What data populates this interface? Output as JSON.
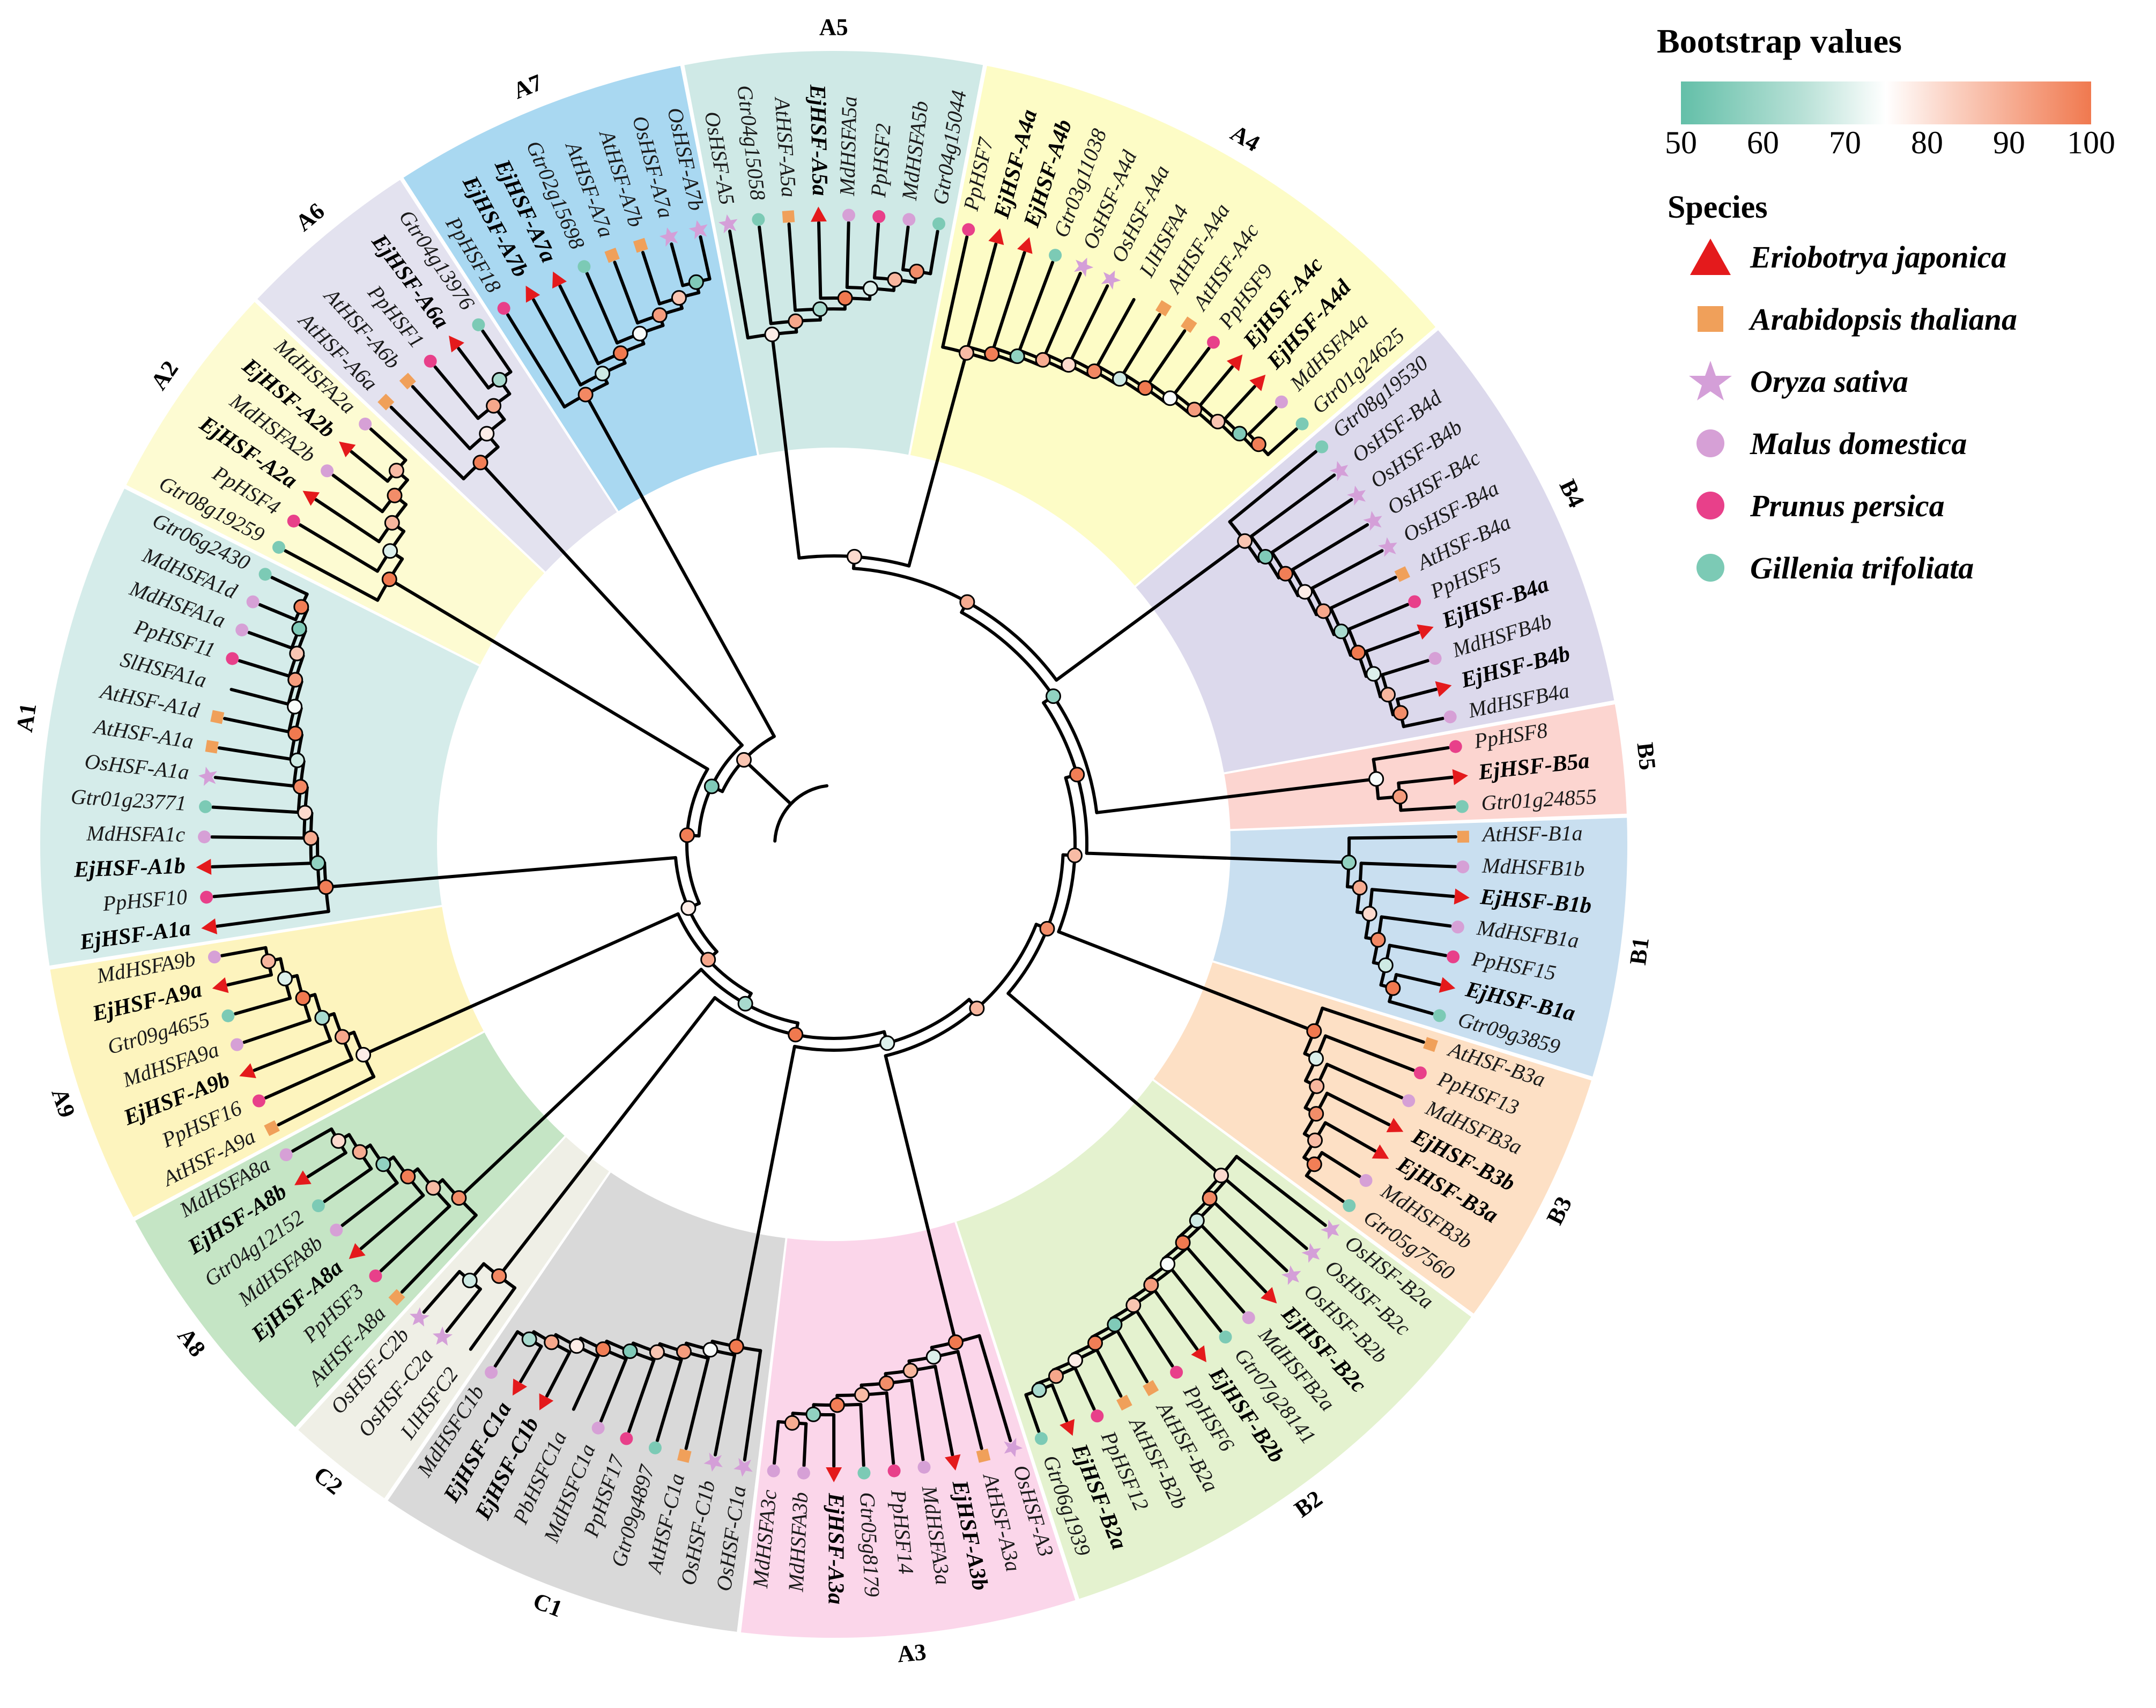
{
  "legend": {
    "bootstrap_title": "Bootstrap values",
    "scale_ticks": [
      "50",
      "60",
      "70",
      "80",
      "90",
      "100"
    ],
    "species_title": "Species",
    "species": [
      {
        "name": "Eriobotrya japonica",
        "icon": "triangle-icon",
        "color": "#e41a1c"
      },
      {
        "name": "Arabidopsis thaliana",
        "icon": "square-icon",
        "color": "#f0a05a"
      },
      {
        "name": "Oryza sativa",
        "icon": "star-icon",
        "color": "#d49fd8"
      },
      {
        "name": "Malus domestica",
        "icon": "circle-icon",
        "color": "#d6a0d6"
      },
      {
        "name": "Prunus persica",
        "icon": "circle-icon",
        "color": "#e8408a"
      },
      {
        "name": "Gillenia trifoliata",
        "icon": "circle-icon",
        "color": "#7ccab5"
      }
    ]
  },
  "colors": {
    "A5": "#cfe9e6",
    "A4": "#fdfcc6",
    "B4": "#dcd9ec",
    "B5": "#fcd5d0",
    "B1": "#c9dff0",
    "B3": "#fde0c5",
    "B2": "#e4f2cf",
    "A3": "#fbd6ea",
    "C1": "#d9d9d9",
    "C2": "#efefe6",
    "A8": "#c5e5c5",
    "A9": "#fdf4be",
    "A1": "#d5ecea",
    "A2": "#fdfbd2",
    "A6": "#e3e2ef",
    "A7": "#a9d8f1"
  },
  "clades": [
    {
      "name": "A5",
      "leaves": [
        {
          "label": "OsHSF-A5",
          "sp": "os"
        },
        {
          "label": "Gtr04g15058",
          "sp": "gt"
        },
        {
          "label": "AtHSF-A5a",
          "sp": "at"
        },
        {
          "label": "EjHSF-A5a",
          "sp": "ej",
          "bold": true
        },
        {
          "label": "MdHSFA5a",
          "sp": "md"
        },
        {
          "label": "PpHSF2",
          "sp": "pp"
        },
        {
          "label": "MdHSFA5b",
          "sp": "md"
        },
        {
          "label": "Gtr04g15044",
          "sp": "gt"
        }
      ]
    },
    {
      "name": "A4",
      "leaves": [
        {
          "label": "PpHSF7",
          "sp": "pp"
        },
        {
          "label": "EjHSF-A4a",
          "sp": "ej",
          "bold": true
        },
        {
          "label": "EjHSF-A4b",
          "sp": "ej",
          "bold": true
        },
        {
          "label": "Gtr03g11038",
          "sp": "gt"
        },
        {
          "label": "OsHSF-A4d",
          "sp": "os"
        },
        {
          "label": "OsHSF-A4a",
          "sp": "os"
        },
        {
          "label": "LlHSFA4",
          "sp": "none"
        },
        {
          "label": "AtHSF-A4a",
          "sp": "at"
        },
        {
          "label": "AtHSF-A4c",
          "sp": "at"
        },
        {
          "label": "PpHSF9",
          "sp": "pp"
        },
        {
          "label": "EjHSF-A4c",
          "sp": "ej",
          "bold": true
        },
        {
          "label": "EjHSF-A4d",
          "sp": "ej",
          "bold": true
        },
        {
          "label": "MdHSFA4a",
          "sp": "md"
        },
        {
          "label": "Gtr01g24625",
          "sp": "gt"
        }
      ]
    },
    {
      "name": "B4",
      "leaves": [
        {
          "label": "Gtr08g19530",
          "sp": "gt"
        },
        {
          "label": "OsHSF-B4d",
          "sp": "os"
        },
        {
          "label": "OsHSF-B4b",
          "sp": "os"
        },
        {
          "label": "OsHSF-B4c",
          "sp": "os"
        },
        {
          "label": "OsHSF-B4a",
          "sp": "os"
        },
        {
          "label": "AtHSF-B4a",
          "sp": "at"
        },
        {
          "label": "PpHSF5",
          "sp": "pp"
        },
        {
          "label": "EjHSF-B4a",
          "sp": "ej",
          "bold": true
        },
        {
          "label": "MdHSFB4b",
          "sp": "md"
        },
        {
          "label": "EjHSF-B4b",
          "sp": "ej",
          "bold": true
        },
        {
          "label": "MdHSFB4a",
          "sp": "md"
        }
      ]
    },
    {
      "name": "B5",
      "leaves": [
        {
          "label": "PpHSF8",
          "sp": "pp"
        },
        {
          "label": "EjHSF-B5a",
          "sp": "ej",
          "bold": true
        },
        {
          "label": "Gtr01g24855",
          "sp": "gt"
        }
      ]
    },
    {
      "name": "B1",
      "leaves": [
        {
          "label": "AtHSF-B1a",
          "sp": "at"
        },
        {
          "label": "MdHSFB1b",
          "sp": "md"
        },
        {
          "label": "EjHSF-B1b",
          "sp": "ej",
          "bold": true
        },
        {
          "label": "MdHSFB1a",
          "sp": "md"
        },
        {
          "label": "PpHSF15",
          "sp": "pp"
        },
        {
          "label": "EjHSF-B1a",
          "sp": "ej",
          "bold": true
        },
        {
          "label": "Gtr09g3859",
          "sp": "gt"
        }
      ]
    },
    {
      "name": "B3",
      "leaves": [
        {
          "label": "AtHSF-B3a",
          "sp": "at"
        },
        {
          "label": "PpHSF13",
          "sp": "pp"
        },
        {
          "label": "MdHSFB3a",
          "sp": "md"
        },
        {
          "label": "EjHSF-B3b",
          "sp": "ej",
          "bold": true
        },
        {
          "label": "EjHSF-B3a",
          "sp": "ej",
          "bold": true
        },
        {
          "label": "MdHSFB3b",
          "sp": "md"
        },
        {
          "label": "Gtr05g7560",
          "sp": "gt"
        }
      ]
    },
    {
      "name": "B2",
      "leaves": [
        {
          "label": "OsHSF-B2a",
          "sp": "os"
        },
        {
          "label": "OsHSF-B2c",
          "sp": "os"
        },
        {
          "label": "OsHSF-B2b",
          "sp": "os"
        },
        {
          "label": "EjHSF-B2c",
          "sp": "ej",
          "bold": true
        },
        {
          "label": "MdHSFB2a",
          "sp": "md"
        },
        {
          "label": "Gtr07g28141",
          "sp": "gt"
        },
        {
          "label": "EjHSF-B2b",
          "sp": "ej",
          "bold": true
        },
        {
          "label": "PpHSF6",
          "sp": "pp"
        },
        {
          "label": "AtHSF-B2a",
          "sp": "at"
        },
        {
          "label": "AtHSF-B2b",
          "sp": "at"
        },
        {
          "label": "PpHSF12",
          "sp": "pp"
        },
        {
          "label": "EjHSF-B2a",
          "sp": "ej",
          "bold": true
        },
        {
          "label": "Gtr06g1939",
          "sp": "gt"
        }
      ]
    },
    {
      "name": "A3",
      "leaves": [
        {
          "label": "OsHSF-A3",
          "sp": "os"
        },
        {
          "label": "AtHSF-A3a",
          "sp": "at"
        },
        {
          "label": "EjHSF-A3b",
          "sp": "ej",
          "bold": true
        },
        {
          "label": "MdHSFA3a",
          "sp": "md"
        },
        {
          "label": "PpHSF14",
          "sp": "pp"
        },
        {
          "label": "Gtr05g8179",
          "sp": "gt"
        },
        {
          "label": "EjHSF-A3a",
          "sp": "ej",
          "bold": true
        },
        {
          "label": "MdHSFA3b",
          "sp": "md"
        },
        {
          "label": "MdHSFA3c",
          "sp": "md"
        }
      ]
    },
    {
      "name": "C1",
      "leaves": [
        {
          "label": "OsHSF-C1a",
          "sp": "os"
        },
        {
          "label": "OsHSF-C1b",
          "sp": "os"
        },
        {
          "label": "AtHSF-C1a",
          "sp": "at"
        },
        {
          "label": "Gtr09g4897",
          "sp": "gt"
        },
        {
          "label": "PpHSF17",
          "sp": "pp"
        },
        {
          "label": "MdHSFC1a",
          "sp": "md"
        },
        {
          "label": "PbHSFC1a",
          "sp": "none"
        },
        {
          "label": "EjHSF-C1b",
          "sp": "ej",
          "bold": true
        },
        {
          "label": "EjHSF-C1a",
          "sp": "ej",
          "bold": true
        },
        {
          "label": "MdHSFC1b",
          "sp": "md"
        }
      ]
    },
    {
      "name": "C2",
      "leaves": [
        {
          "label": "LlHSFC2",
          "sp": "none"
        },
        {
          "label": "OsHSF-C2a",
          "sp": "os"
        },
        {
          "label": "OsHSF-C2b",
          "sp": "os"
        }
      ]
    },
    {
      "name": "A8",
      "leaves": [
        {
          "label": "AtHSF-A8a",
          "sp": "at"
        },
        {
          "label": "PpHSF3",
          "sp": "pp"
        },
        {
          "label": "EjHSF-A8a",
          "sp": "ej",
          "bold": true
        },
        {
          "label": "MdHSFA8b",
          "sp": "md"
        },
        {
          "label": "Gtr04g12152",
          "sp": "gt"
        },
        {
          "label": "EjHSF-A8b",
          "sp": "ej",
          "bold": true
        },
        {
          "label": "MdHSFA8a",
          "sp": "md"
        }
      ]
    },
    {
      "name": "A9",
      "leaves": [
        {
          "label": "AtHSF-A9a",
          "sp": "at"
        },
        {
          "label": "PpHSF16",
          "sp": "pp"
        },
        {
          "label": "EjHSF-A9b",
          "sp": "ej",
          "bold": true
        },
        {
          "label": "MdHSFA9a",
          "sp": "md"
        },
        {
          "label": "Gtr09g4655",
          "sp": "gt"
        },
        {
          "label": "EjHSF-A9a",
          "sp": "ej",
          "bold": true
        },
        {
          "label": "MdHSFA9b",
          "sp": "md"
        }
      ]
    },
    {
      "name": "A1",
      "leaves": [
        {
          "label": "EjHSF-A1a",
          "sp": "ej",
          "bold": true
        },
        {
          "label": "PpHSF10",
          "sp": "pp"
        },
        {
          "label": "EjHSF-A1b",
          "sp": "ej",
          "bold": true
        },
        {
          "label": "MdHSFA1c",
          "sp": "md"
        },
        {
          "label": "Gtr01g23771",
          "sp": "gt"
        },
        {
          "label": "OsHSF-A1a",
          "sp": "os"
        },
        {
          "label": "AtHSF-A1a",
          "sp": "at"
        },
        {
          "label": "AtHSF-A1d",
          "sp": "at"
        },
        {
          "label": "SlHSFA1a",
          "sp": "none"
        },
        {
          "label": "PpHSF11",
          "sp": "pp"
        },
        {
          "label": "MdHSFA1a",
          "sp": "md"
        },
        {
          "label": "MdHSFA1d",
          "sp": "md"
        },
        {
          "label": "Gtr06g2430",
          "sp": "gt"
        }
      ]
    },
    {
      "name": "A2",
      "leaves": [
        {
          "label": "Gtr08g19259",
          "sp": "gt"
        },
        {
          "label": "PpHSF4",
          "sp": "pp"
        },
        {
          "label": "EjHSF-A2a",
          "sp": "ej",
          "bold": true
        },
        {
          "label": "MdHSFA2b",
          "sp": "md"
        },
        {
          "label": "EjHSF-A2b",
          "sp": "ej",
          "bold": true
        },
        {
          "label": "MdHSFA2a",
          "sp": "md"
        }
      ]
    },
    {
      "name": "A6",
      "leaves": [
        {
          "label": "AtHSF-A6a",
          "sp": "at"
        },
        {
          "label": "AtHSF-A6b",
          "sp": "at"
        },
        {
          "label": "PpHSF1",
          "sp": "pp"
        },
        {
          "label": "EjHSF-A6a",
          "sp": "ej",
          "bold": true
        },
        {
          "label": "Gtr04g13976",
          "sp": "gt"
        }
      ]
    },
    {
      "name": "A7",
      "leaves": [
        {
          "label": "PpHSF18",
          "sp": "pp"
        },
        {
          "label": "EjHSF-A7b",
          "sp": "ej",
          "bold": true
        },
        {
          "label": "EjHSF-A7a",
          "sp": "ej",
          "bold": true
        },
        {
          "label": "Gtr02g15698",
          "sp": "gt"
        },
        {
          "label": "AtHSF-A7a",
          "sp": "at"
        },
        {
          "label": "AtHSF-A7b",
          "sp": "at"
        },
        {
          "label": "OsHSF-A7a",
          "sp": "os"
        },
        {
          "label": "OsHSF-A7b",
          "sp": "os"
        }
      ]
    }
  ]
}
